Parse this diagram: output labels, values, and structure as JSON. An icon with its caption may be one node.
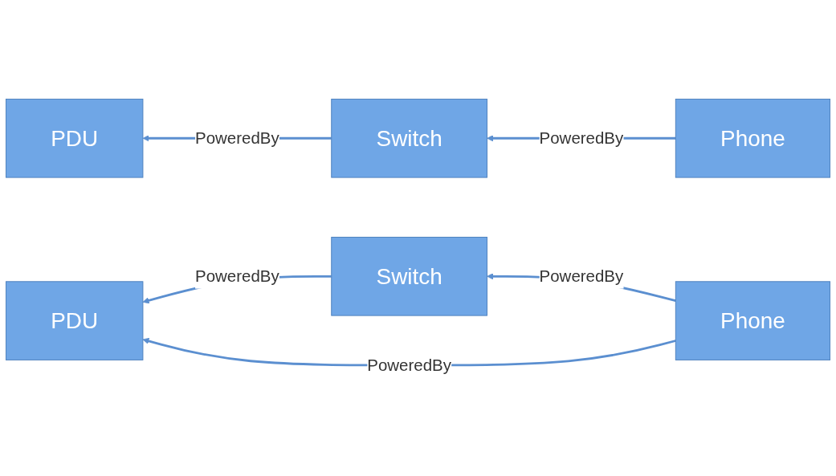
{
  "diagram": {
    "nodes": [
      {
        "text": [
          "PDU"
        ]
      },
      {
        "text": [
          "Switch"
        ]
      },
      {
        "text": [
          "Phone"
        ]
      },
      {
        "text": [
          "PDU"
        ]
      },
      {
        "text": [
          "Switch"
        ]
      },
      {
        "text": [
          "Phone"
        ]
      }
    ],
    "edges": [
      {
        "from": 1,
        "to": 0,
        "arrow": "to",
        "label": "PoweredBy"
      },
      {
        "from": 2,
        "to": 1,
        "arrow": "to",
        "label": "PoweredBy"
      },
      {
        "from": 4,
        "to": 3,
        "arrow": "to",
        "label": "PoweredBy"
      },
      {
        "from": 5,
        "to": 4,
        "arrow": "to",
        "label": "PoweredBy"
      },
      {
        "from": 5,
        "to": 3,
        "arrow": "to",
        "label": "PoweredBy"
      }
    ]
  }
}
